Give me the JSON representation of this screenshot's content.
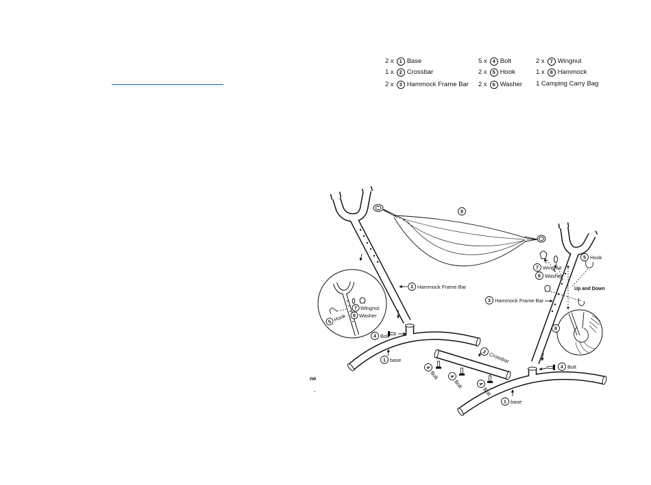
{
  "parts": {
    "col1": [
      {
        "qty": "2 x",
        "num": "1",
        "name": "Base"
      },
      {
        "qty": "1 x",
        "num": "2",
        "name": "Crossbar"
      },
      {
        "qty": "2 x",
        "num": "3",
        "name": "Hammock Frame Bar"
      }
    ],
    "col2": [
      {
        "qty": "5 x",
        "num": "4",
        "name": "Bolt"
      },
      {
        "qty": "2 x",
        "num": "5",
        "name": "Hook"
      },
      {
        "qty": "2 x",
        "num": "6",
        "name": "Washer"
      }
    ],
    "col3": [
      {
        "qty": "2 x",
        "num": "7",
        "name": "Wingnut"
      },
      {
        "qty": "1 x",
        "num": "8",
        "name": "Hammock"
      },
      {
        "text": "1 Camping Carry Bag"
      }
    ]
  },
  "diagram": {
    "hammock": {
      "num": "8"
    },
    "left_frame_bar": {
      "num": "3",
      "text": "Hammock Frame Bar"
    },
    "left_inset": {
      "wingnut": {
        "num": "7",
        "text": "Wingnut"
      },
      "washer": {
        "num": "6",
        "text": "Washer"
      },
      "hook": {
        "num": "5",
        "text": "Hook"
      }
    },
    "left_bolt": {
      "num": "4",
      "text": "Bolt"
    },
    "left_base": {
      "num": "1",
      "text": "base"
    },
    "crossbar": {
      "num": "2",
      "text": "Crossbar"
    },
    "crossbar_bolts": [
      {
        "num": "4",
        "text": "Bolt"
      },
      {
        "num": "4",
        "text": "Bolt"
      },
      {
        "num": "4",
        "text": "Bolt"
      }
    ],
    "right_wingnut": {
      "num": "7",
      "text": "Wingnut"
    },
    "right_washer": {
      "num": "6",
      "text": "Washer"
    },
    "right_hook": {
      "num": "5",
      "text": "Hook"
    },
    "up_and_down": "Up and Down",
    "right_frame_bar": {
      "num": "3",
      "text": "Hammock Frame Bar"
    },
    "right_inset": {
      "num": "8"
    },
    "right_bolt": {
      "num": "4",
      "text": "Bolt"
    },
    "right_base": {
      "num": "1",
      "text": "base"
    }
  },
  "cropped_text": [
    "ne",
    "."
  ],
  "colors": {
    "link": "#0563c1",
    "ink": "#111111"
  }
}
